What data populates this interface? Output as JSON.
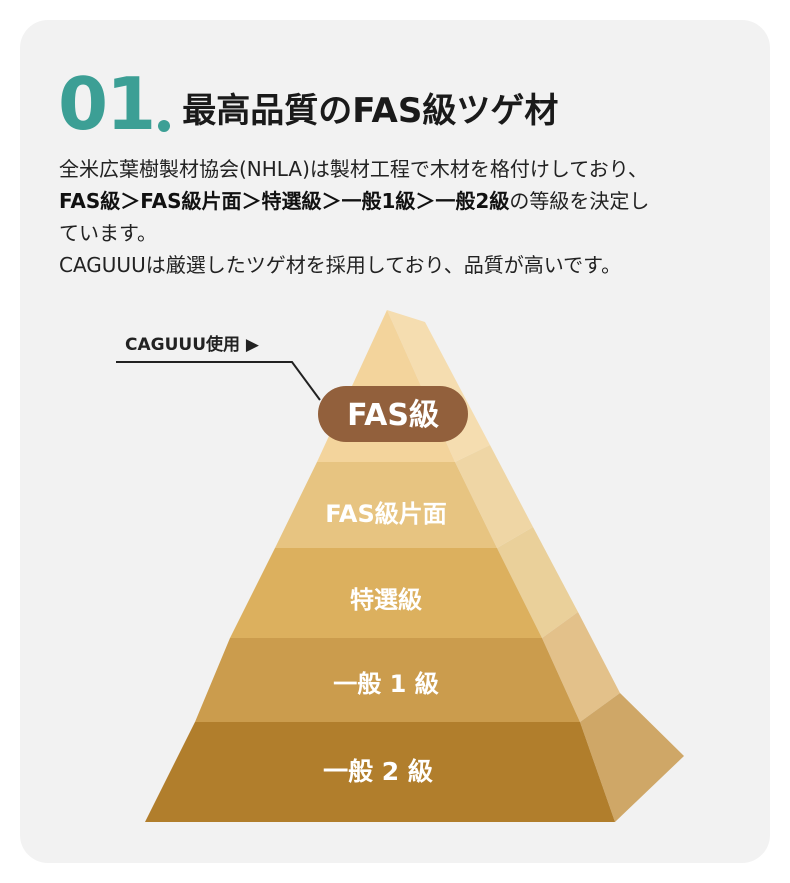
{
  "heading": {
    "number": "01",
    "title": "最高品質のFAS級ツゲ材"
  },
  "description": {
    "line1": "全米広葉樹製材協会(NHLA)は製材工程で木材を格付けしており、",
    "grades_bold": "FAS級＞FAS級片面＞特選級＞一般1級＞一般2級",
    "grades_suffix": "の等級を決定し",
    "line3": "ています。",
    "line4": "CAGUUUは厳選したツゲ材を採用しており、品質が高いです。"
  },
  "pyramid": {
    "callout": "CAGUUU使用 ▶",
    "badge": "FAS級",
    "tiers": [
      {
        "label": "FAS級片面",
        "color": "#e7c481"
      },
      {
        "label": "特選級",
        "color": "#dcb05e"
      },
      {
        "label": "一般 1 級",
        "color": "#cb9c4d"
      },
      {
        "label": "一般 2 級",
        "color": "#b17e2c"
      }
    ],
    "apex_color": "#f3d49c",
    "badge_color": "#92603c",
    "side_colors": [
      "#f5ddb0",
      "#efd6a5",
      "#ead09a",
      "#e3c18a",
      "#cfa767"
    ]
  }
}
